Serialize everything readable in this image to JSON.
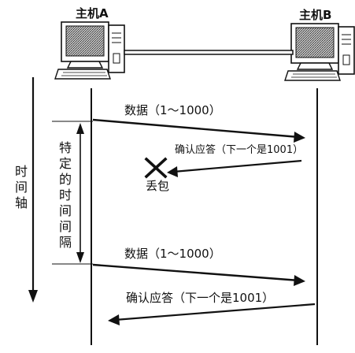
{
  "hosts": {
    "a": {
      "label": "主机A"
    },
    "b": {
      "label": "主机B"
    }
  },
  "timeline": {
    "axis_label": "时间轴",
    "interval_label": "特定的时间间隔"
  },
  "messages": [
    {
      "label": "数据（1～1000）",
      "direction": "A-to-B",
      "delivered": true
    },
    {
      "label": "确认应答（下一个是1001）",
      "direction": "B-to-A",
      "delivered": false
    },
    {
      "label": "数据（1～1000）",
      "direction": "A-to-B",
      "delivered": true
    },
    {
      "label": "确认应答（下一个是1001）",
      "direction": "B-to-A",
      "delivered": true
    }
  ],
  "loss": {
    "label": "丢包",
    "icon": "x-mark-icon"
  }
}
